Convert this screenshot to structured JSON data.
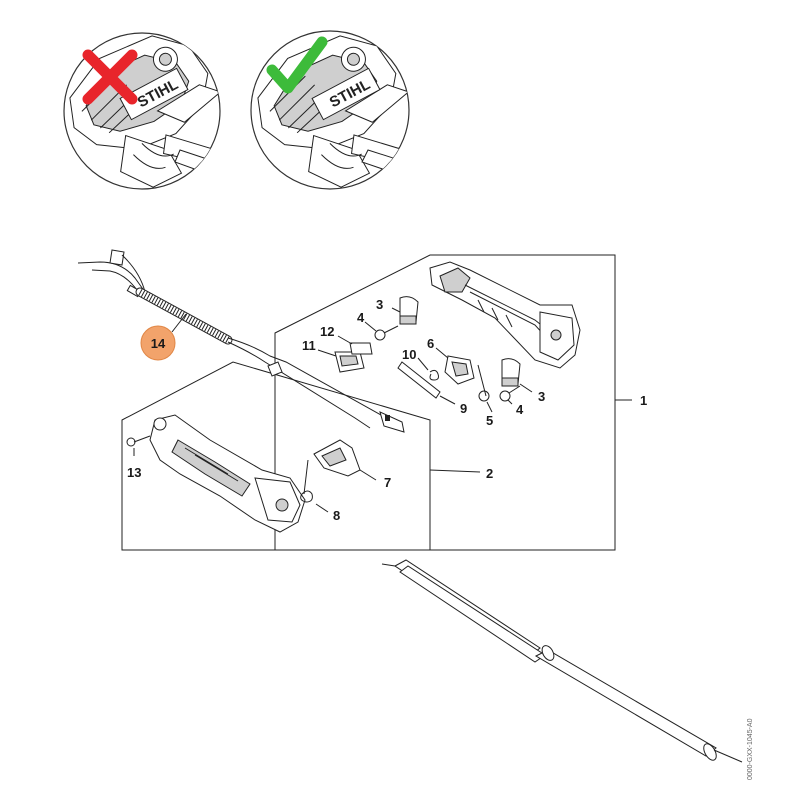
{
  "brand": "STIHL",
  "indicators": [
    {
      "id": "wrong",
      "mark": "cross",
      "color": "#e8252b"
    },
    {
      "id": "correct",
      "mark": "check",
      "color": "#3dbb3a"
    }
  ],
  "highlight_color": "#f2a36b",
  "part_numbers": {
    "p1": "1",
    "p2": "2",
    "p3a": "3",
    "p3b": "3",
    "p4a": "4",
    "p4b": "4",
    "p5": "5",
    "p6": "6",
    "p7": "7",
    "p8": "8",
    "p9": "9",
    "p10": "10",
    "p11": "11",
    "p12": "12",
    "p13": "13",
    "p14": "14"
  },
  "drawing_code": "0000-GXX-1045-A0"
}
